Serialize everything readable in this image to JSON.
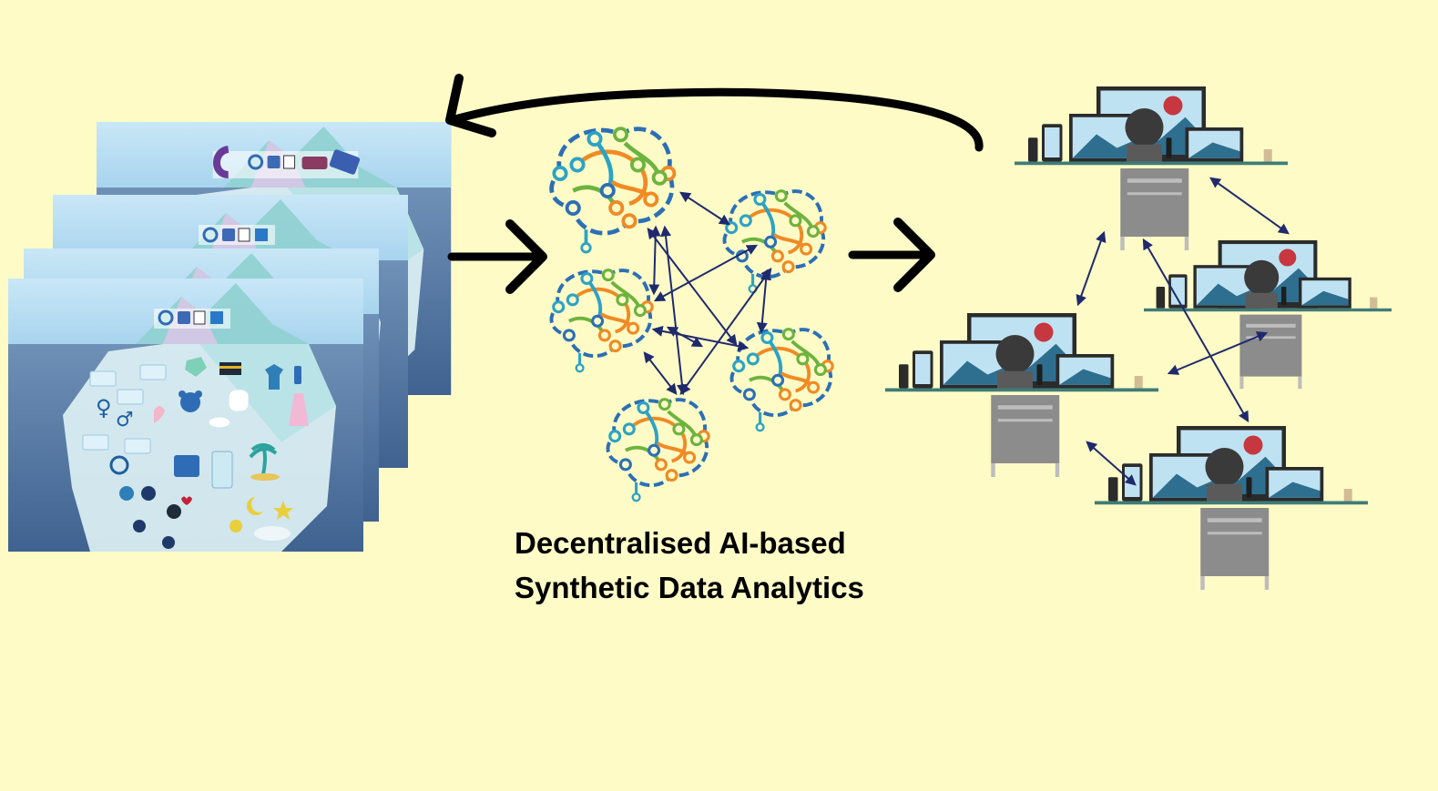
{
  "caption": {
    "line1": "Decentralised AI-based",
    "line2": "Synthetic Data Analytics"
  },
  "panels": [
    {
      "logos": [
        "census-logo",
        "google-icon",
        "facebook-icon",
        "amazon-icon",
        "car-icon",
        "card-icon"
      ]
    },
    {
      "logos": [
        "google-icon",
        "facebook-icon",
        "amazon-icon",
        "windows-icon"
      ]
    },
    {
      "logos": []
    },
    {
      "logos": [
        "google-icon",
        "facebook-icon",
        "amazon-icon",
        "windows-icon"
      ]
    }
  ],
  "brain_nodes": 5,
  "workstations": 4,
  "colors": {
    "background": "#FEFBC6",
    "arrow": "#000000",
    "link": "#1F2A6E",
    "sky": "#B5DCF2",
    "sea": "#5E80A8",
    "brain": [
      "#2C6FB6",
      "#F08A24",
      "#6DB33F",
      "#2BA3C6"
    ]
  }
}
